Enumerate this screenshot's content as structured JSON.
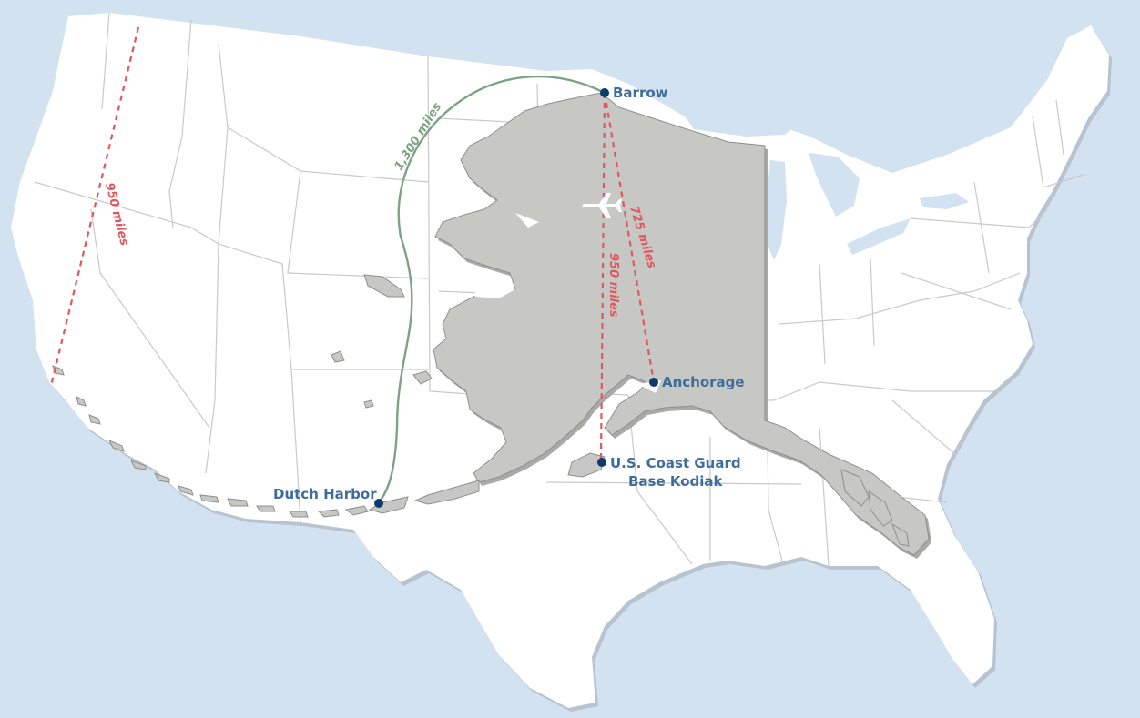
{
  "colors": {
    "ocean": "#d3e2f1",
    "land": "#ffffff",
    "state_border": "#c9c9c9",
    "alaska_fill": "#c7c7c4",
    "alaska_stroke": "#8f8f8c",
    "route_red": "#e0585d",
    "route_green": "#7da384",
    "marker": "#0d3b6e",
    "label_blue": "#3e6d9a"
  },
  "places": {
    "barrow": "Barrow",
    "anchorage": "Anchorage",
    "kodiak_line1": "U.S. Coast Guard",
    "kodiak_line2": "Base Kodiak",
    "dutch_harbor": "Dutch Harbor"
  },
  "distances": {
    "california": "950 miles",
    "barrow_kodiak": "950 miles",
    "barrow_anchorage": "725 miles",
    "barrow_dutch_harbor": "1,300 miles"
  },
  "icons": {
    "aircraft": "airplane-icon"
  }
}
